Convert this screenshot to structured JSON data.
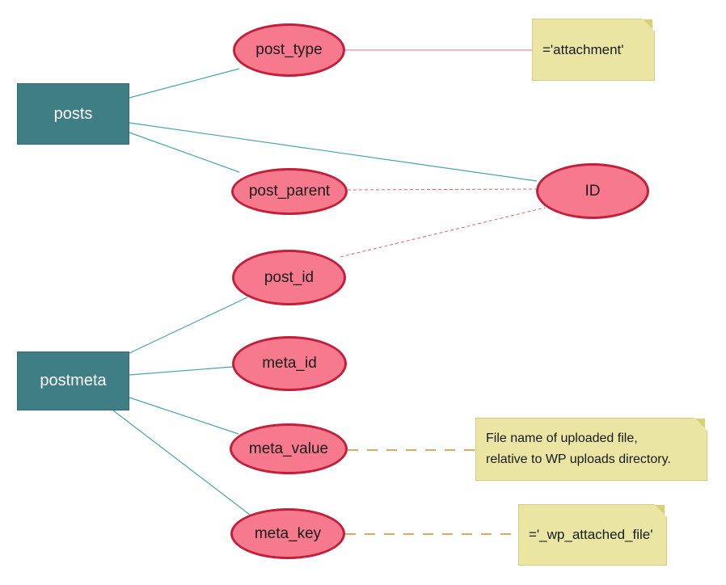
{
  "colors": {
    "entity_fill": "#3e7e84",
    "entity_border": "#2f6b70",
    "entity_text": "#ffffff",
    "attribute_fill": "#f6798e",
    "attribute_border": "#c2203a",
    "note_fill": "#eae5a3",
    "note_border": "#d5cc80",
    "note_fold": "#d8d073",
    "teal_connector": "#46a5ab",
    "pink_connector": "#ee6e96",
    "red_dashed_connector": "#e0606f",
    "tan_dashed_connector": "#c9912f",
    "diagram_text": "#1a1a1a"
  },
  "entities": [
    {
      "id": "posts",
      "label": "posts"
    },
    {
      "id": "postmeta",
      "label": "postmeta"
    }
  ],
  "attributes": [
    {
      "id": "post_type",
      "label": "post_type"
    },
    {
      "id": "post_parent",
      "label": "post_parent"
    },
    {
      "id": "ID",
      "label": "ID"
    },
    {
      "id": "post_id",
      "label": "post_id"
    },
    {
      "id": "meta_id",
      "label": "meta_id"
    },
    {
      "id": "meta_value",
      "label": "meta_value"
    },
    {
      "id": "meta_key",
      "label": "meta_key"
    }
  ],
  "notes": [
    {
      "id": "attachment",
      "text": "='attachment'"
    },
    {
      "id": "file_name",
      "line1": "File name of uploaded file,",
      "line2": "relative to WP uploads directory."
    },
    {
      "id": "wp_attached_file",
      "text": "='_wp_attached_file'"
    }
  ]
}
